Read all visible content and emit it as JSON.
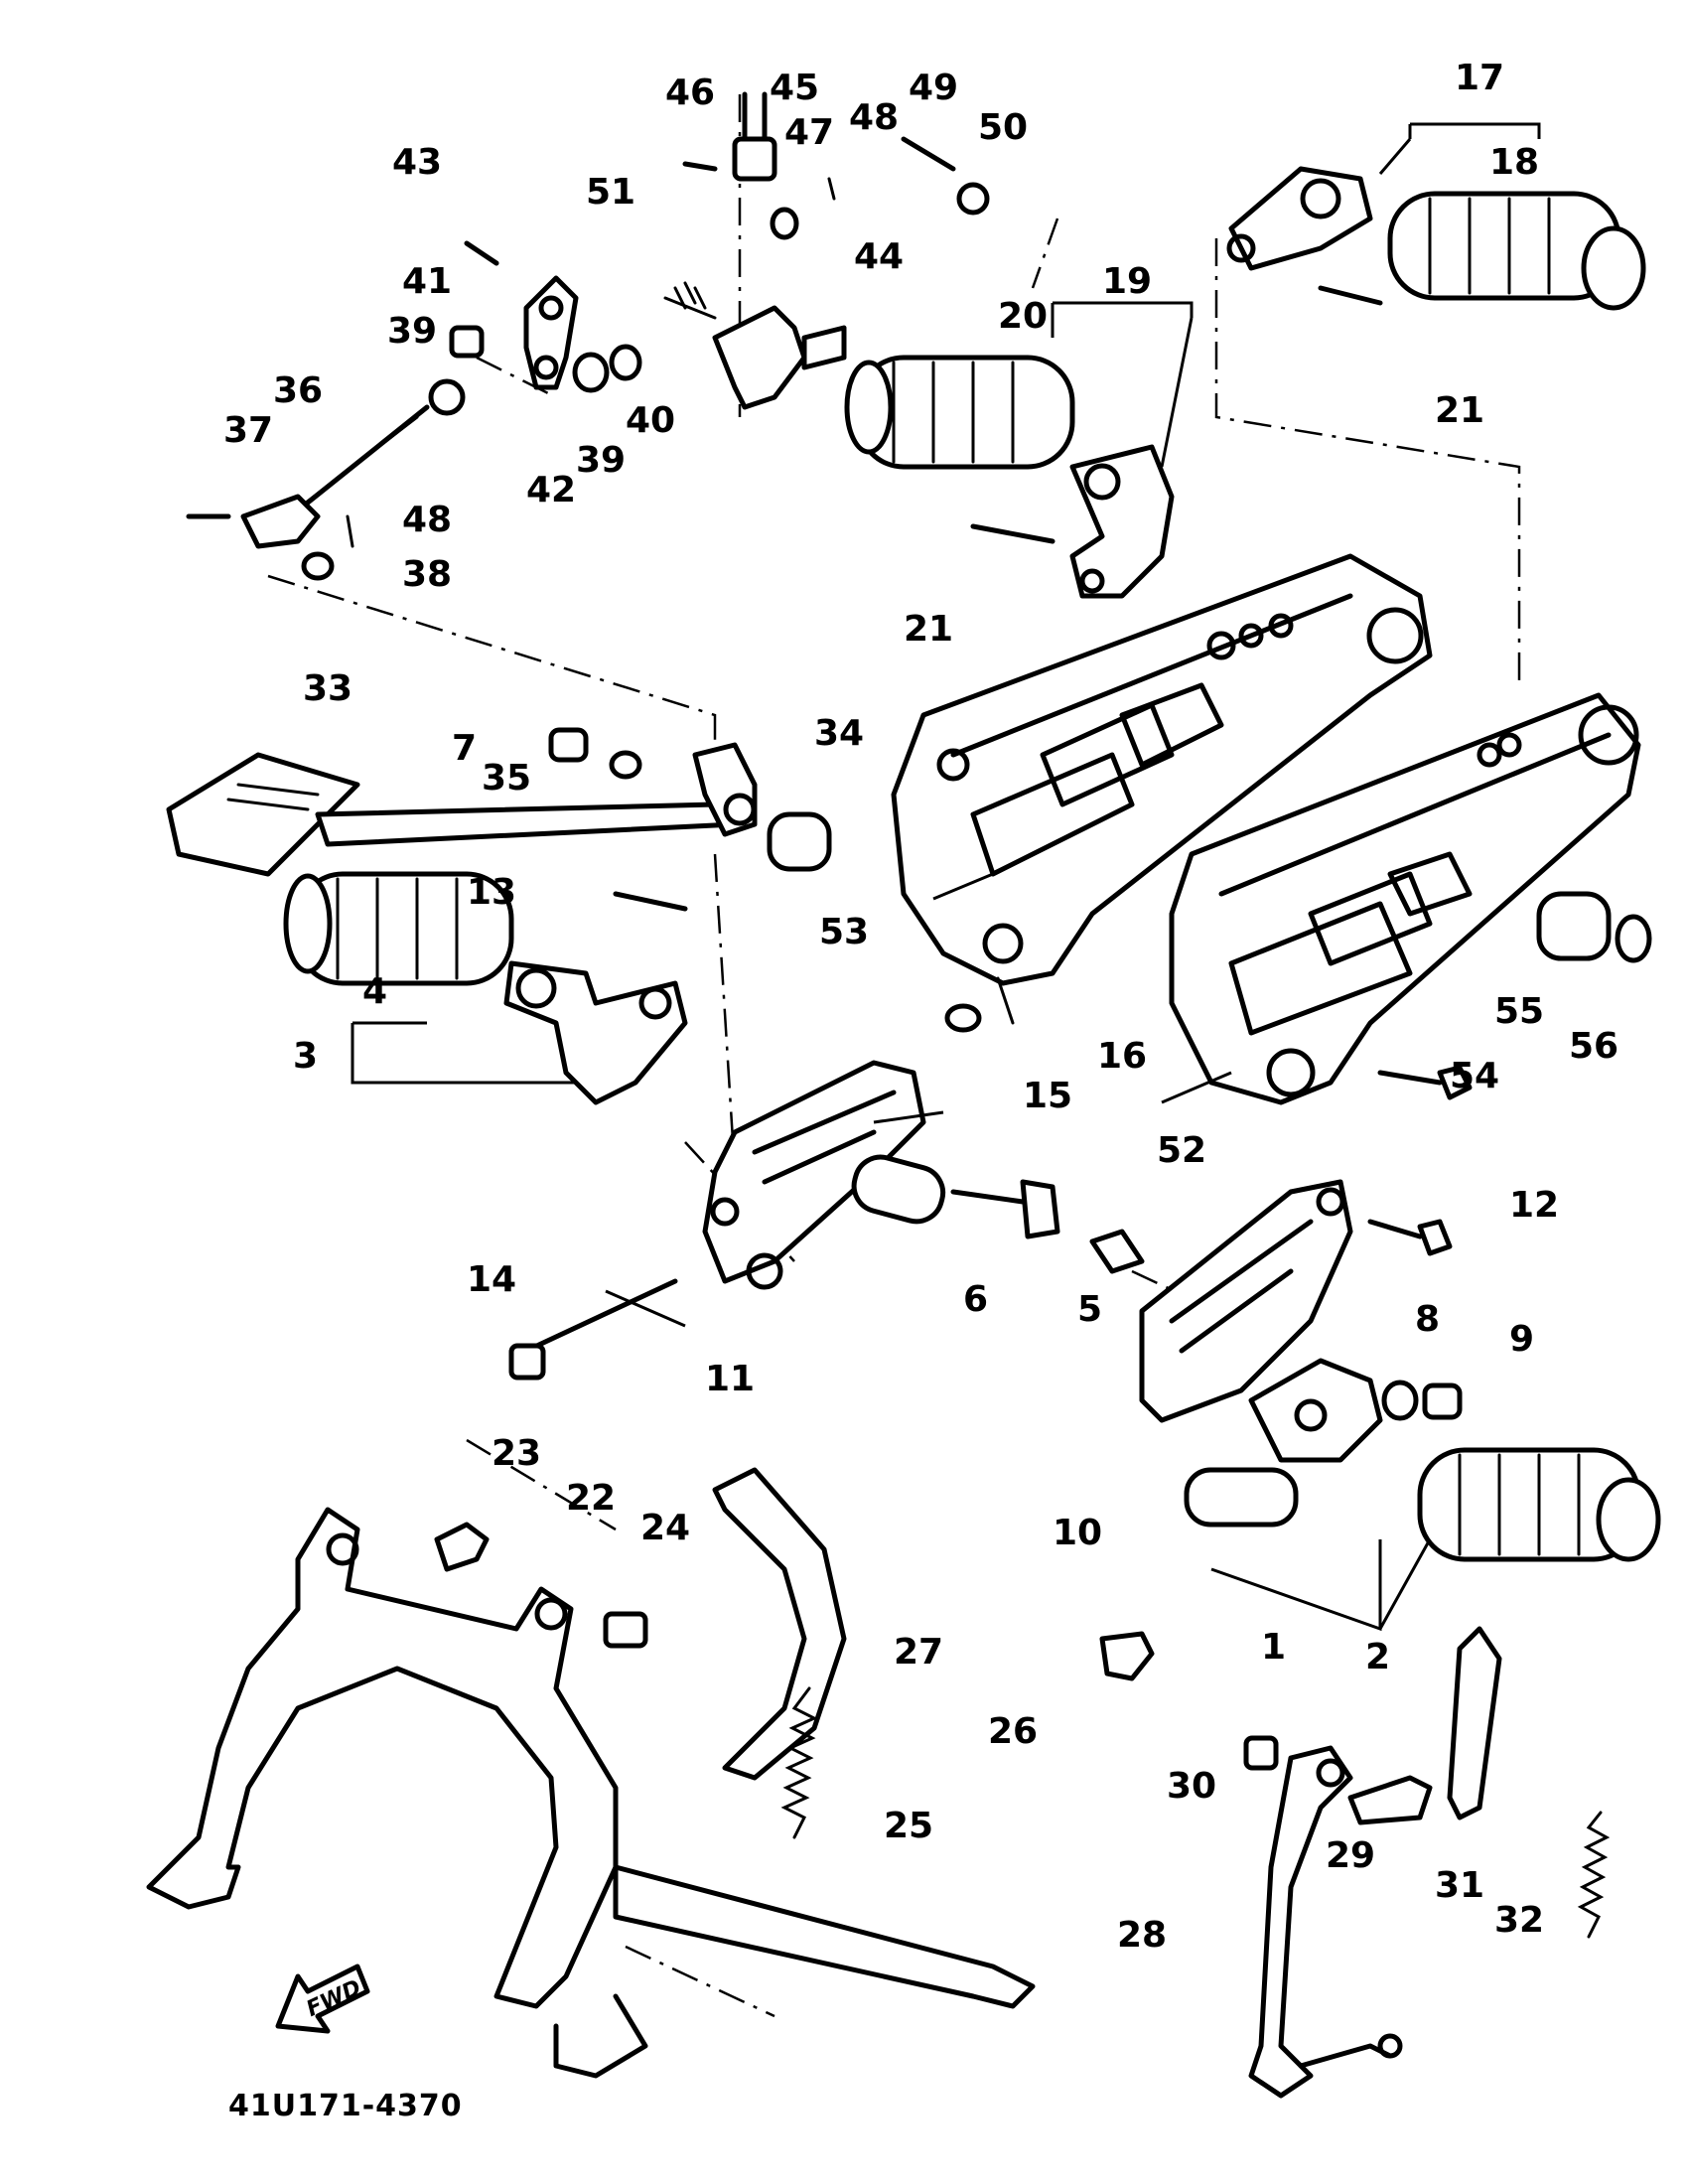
{
  "part_numbers": [
    "1",
    "2",
    "3",
    "4",
    "5",
    "6",
    "7",
    "8",
    "9",
    "10",
    "11",
    "12",
    "13",
    "14",
    "15",
    "16",
    "17",
    "18",
    "19",
    "20",
    "21",
    "21",
    "22",
    "23",
    "24",
    "25",
    "26",
    "27",
    "28",
    "29",
    "30",
    "31",
    "32",
    "33",
    "34",
    "35",
    "36",
    "37",
    "38",
    "39",
    "39",
    "40",
    "41",
    "42",
    "43",
    "44",
    "45",
    "46",
    "47",
    "48",
    "48",
    "49",
    "50",
    "51",
    "52",
    "53",
    "54",
    "55",
    "56"
  ],
  "drawing_code": "41U171-4370",
  "fwd_label": "FWD"
}
